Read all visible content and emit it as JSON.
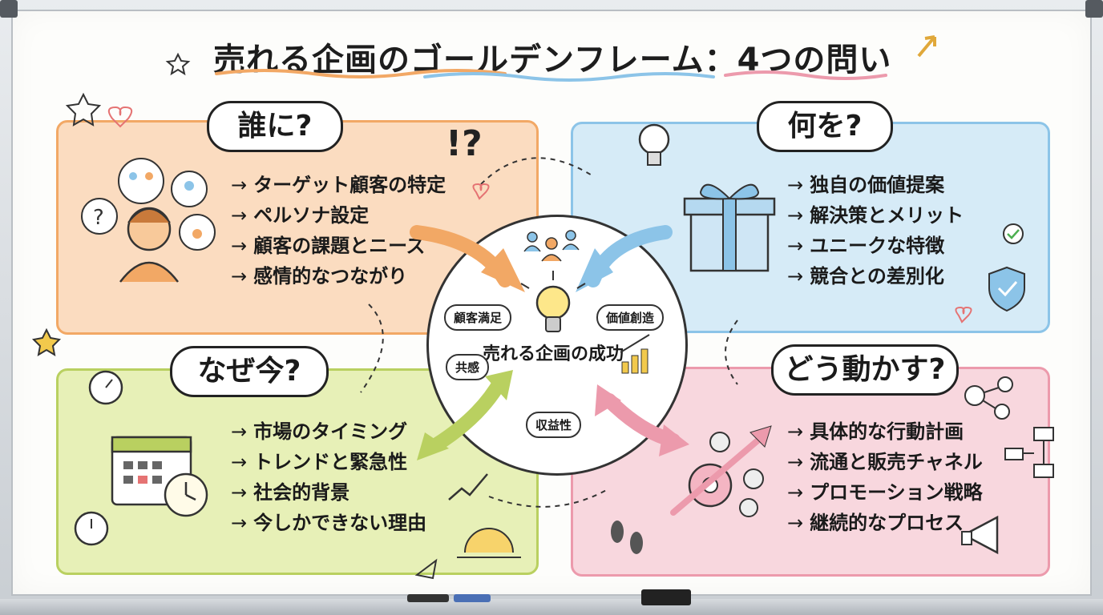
{
  "title": "売れる企画のゴールデンフレーム：4つの問い",
  "colors": {
    "who": "#f2a865",
    "what": "#8cc4e8",
    "why": "#b9d060",
    "how": "#ec9aac"
  },
  "who": {
    "heading": "誰に?",
    "items": [
      "ターゲット顧客の特定",
      "ペルソナ設定",
      "顧客の課題とニーズ",
      "感情的なつながり"
    ]
  },
  "what": {
    "heading": "何を?",
    "items": [
      "独自の価値提案",
      "解決策とメリット",
      "ユニークな特徴",
      "競合との差別化"
    ]
  },
  "why": {
    "heading": "なぜ今?",
    "items": [
      "市場のタイミング",
      "トレンドと緊急性",
      "社会的背景",
      "今しかできない理由"
    ]
  },
  "how": {
    "heading": "どう動かす?",
    "items": [
      "具体的な行動計画",
      "流通と販売チャネル",
      "プロモーション戦略",
      "継続的なプロセス"
    ]
  },
  "center": {
    "title": "売れる企画の成功",
    "tags": [
      "顧客満足",
      "価値創造",
      "共感",
      "収益性"
    ]
  },
  "decor": {
    "exclaim": "!?",
    "question": "?"
  }
}
